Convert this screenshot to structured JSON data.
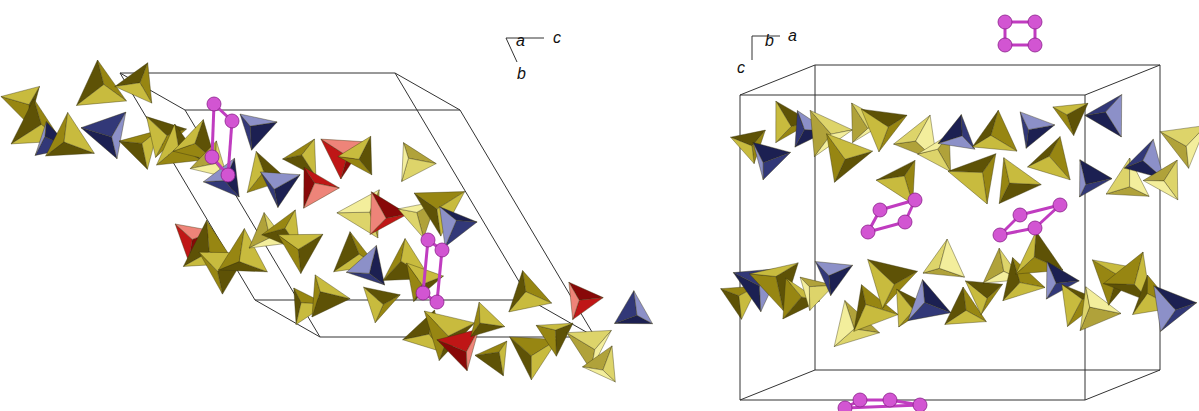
{
  "diagram": {
    "labels": [
      "a",
      "c",
      "b",
      "b",
      "a",
      "c"
    ]
  }
}
